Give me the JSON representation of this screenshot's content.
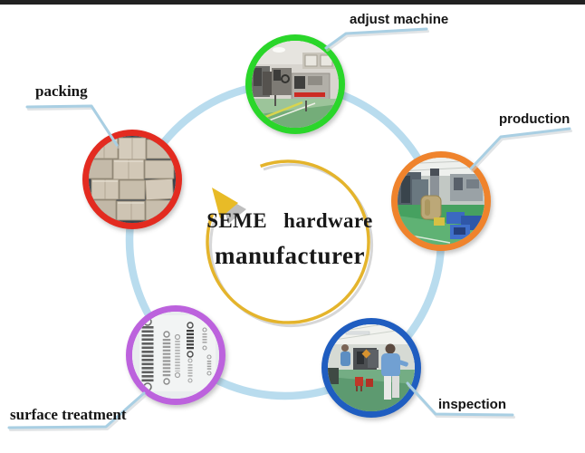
{
  "title": {
    "line1": "SEME hardware",
    "line2": "manufacturer"
  },
  "stages": [
    {
      "key": "adjust-machine",
      "label": "adjust machine",
      "accent": "#2ad62a"
    },
    {
      "key": "production",
      "label": "production",
      "accent": "#ef832c"
    },
    {
      "key": "inspection",
      "label": "inspection",
      "accent": "#1f5dc0"
    },
    {
      "key": "surface-treatment",
      "label": "surface treatment",
      "accent": "#bc62dd"
    },
    {
      "key": "packing",
      "label": "packing",
      "accent": "#e32b20"
    }
  ],
  "colors": {
    "connector_ring": "#b9dcee",
    "callout_line": "#a9cfe3",
    "cycle_arrow": "#e4b42c",
    "label_text": "#151515"
  }
}
